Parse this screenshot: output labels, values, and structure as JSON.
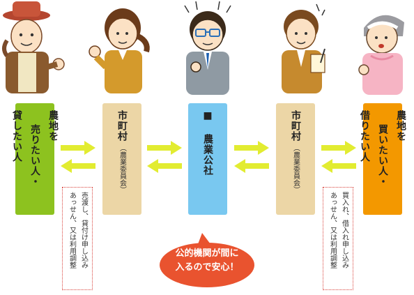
{
  "colors": {
    "green": "#8dc21f",
    "tan": "#ecd6a6",
    "blue": "#79c8f0",
    "orange": "#f39800",
    "arrow": "#e2ec31",
    "bubble": "#e9532f",
    "note_border": "#d9413a"
  },
  "people": [
    {
      "role": "farmer-man",
      "icon": "farmer-hat-icon"
    },
    {
      "role": "municipal-staff-woman",
      "icon": "office-woman-icon"
    },
    {
      "role": "corporation-staff-man",
      "icon": "glasses-man-icon"
    },
    {
      "role": "municipal-staff-man",
      "icon": "office-man-icon"
    },
    {
      "role": "farmer-woman",
      "icon": "farmer-woman-icon"
    }
  ],
  "boxes": {
    "sell_lend": {
      "col1": "農地を",
      "col2": "売りたい人・",
      "col3": "貸したい人"
    },
    "municipality_left": {
      "title": "市町村",
      "sub": "（農業委員会）"
    },
    "corporation": {
      "title": "■ 農業公社"
    },
    "municipality_right": {
      "title": "市町村",
      "sub": "（農業委員会）"
    },
    "buy_borrow": {
      "col1": "農地を",
      "col2": "買いたい人・",
      "col3": "借りたい人"
    }
  },
  "notes": {
    "left": {
      "line1": "売渡し、貸付け申し込み",
      "line2": "あっせん、又は利用調整"
    },
    "right": {
      "line1": "買入れ、借入れ申し込み",
      "line2": "あっせん、又は利用調整"
    }
  },
  "bubble": {
    "line1": "公的機関が間に",
    "line2": "入るので安心！"
  }
}
